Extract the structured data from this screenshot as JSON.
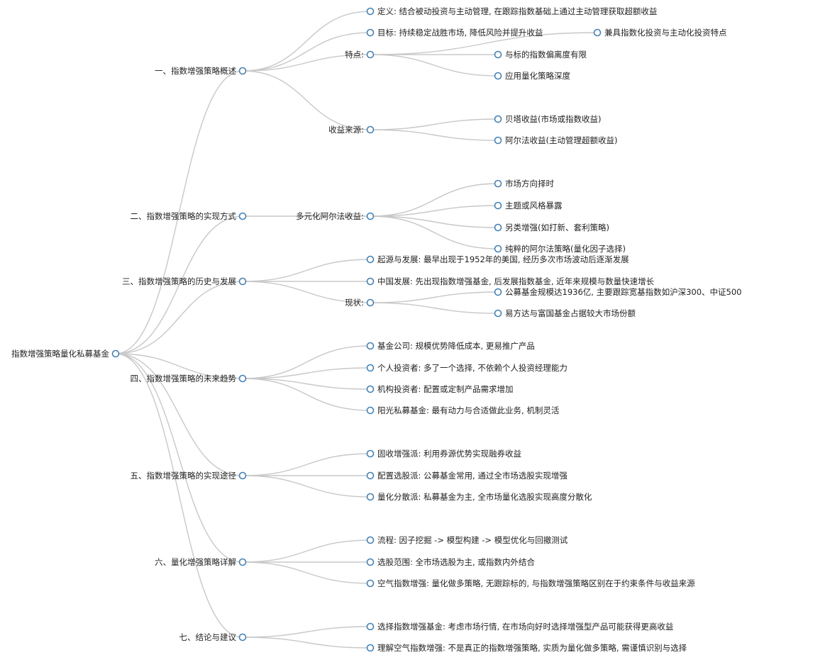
{
  "mindmap": {
    "colors": {
      "link": "#c8c8c8",
      "node_stroke": "#4682b4",
      "node_fill": "#ffffff",
      "text": "#222222"
    },
    "root": {
      "label": "指数增强策略量化私募基金",
      "children": [
        {
          "label": "一、指数增强策略概述",
          "children": [
            {
              "label": "定义: 结合被动投资与主动管理, 在跟踪指数基础上通过主动管理获取超额收益"
            },
            {
              "label": "目标: 持续稳定战胜市场, 降低风险并提升收益"
            },
            {
              "label": "特点:",
              "children": [
                {
                  "label": "兼具指数化投资与主动化投资特点"
                },
                {
                  "label": "与标的指数偏离度有限"
                },
                {
                  "label": "应用量化策略深度"
                }
              ]
            },
            {
              "label": "收益来源:",
              "children": [
                {
                  "label": "贝塔收益(市场或指数收益)"
                },
                {
                  "label": "阿尔法收益(主动管理超额收益)"
                }
              ]
            }
          ]
        },
        {
          "label": "二、指数增强策略的实现方式",
          "children": [
            {
              "label": "多元化阿尔法收益:",
              "children": [
                {
                  "label": "市场方向择时"
                },
                {
                  "label": "主题或风格暴露"
                },
                {
                  "label": "另类增强(如打新、套利策略)"
                },
                {
                  "label": "纯粹的阿尔法策略(量化因子选择)"
                }
              ]
            }
          ]
        },
        {
          "label": "三、指数增强策略的历史与发展",
          "children": [
            {
              "label": "起源与发展: 最早出现于1952年的美国, 经历多次市场波动后逐渐发展"
            },
            {
              "label": "中国发展: 先出现指数增强基金, 后发展指数基金, 近年来规模与数量快速增长"
            },
            {
              "label": "现状:",
              "children": [
                {
                  "label": "公募基金规模达1936亿, 主要跟踪宽基指数如沪深300、中证500"
                },
                {
                  "label": "易方达与富国基金占据较大市场份额"
                }
              ]
            }
          ]
        },
        {
          "label": "四、指数增强策略的未来趋势",
          "children": [
            {
              "label": "基金公司: 规模优势降低成本, 更易推广产品"
            },
            {
              "label": "个人投资者: 多了一个选择, 不依赖个人投资经理能力"
            },
            {
              "label": "机构投资者: 配置或定制产品需求增加"
            },
            {
              "label": "阳光私募基金: 最有动力与合适做此业务, 机制灵活"
            }
          ]
        },
        {
          "label": "五、指数增强策略的实现途径",
          "children": [
            {
              "label": "固收增强派: 利用券源优势实现融券收益"
            },
            {
              "label": "配置选股派: 公募基金常用, 通过全市场选股实现增强"
            },
            {
              "label": "量化分散派: 私募基金为主, 全市场量化选股实现高度分散化"
            }
          ]
        },
        {
          "label": "六、量化增强策略详解",
          "children": [
            {
              "label": "流程: 因子挖掘 -> 模型构建 -> 模型优化与回撤测试"
            },
            {
              "label": "选股范围: 全市场选股为主, 或指数内外结合"
            },
            {
              "label": "空气指数增强: 量化做多策略, 无跟踪标的, 与指数增强策略区别在于约束条件与收益来源"
            }
          ]
        },
        {
          "label": "七、结论与建议",
          "children": [
            {
              "label": "选择指数增强基金: 考虑市场行情, 在市场向好时选择增强型产品可能获得更高收益"
            },
            {
              "label": "理解空气指数增强: 不是真正的指数增强策略, 实质为量化做多策略, 需谨慎识别与选择"
            }
          ]
        }
      ]
    }
  }
}
